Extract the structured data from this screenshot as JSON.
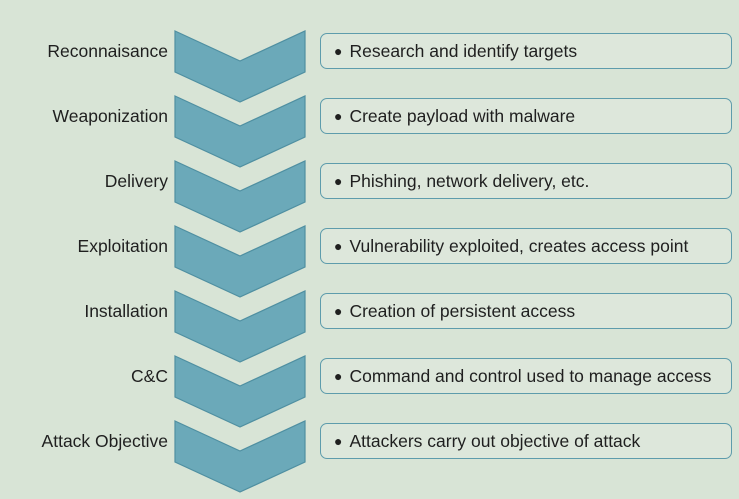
{
  "colors": {
    "background": "#d8e4d6",
    "chevron_fill": "#6ba9b9",
    "chevron_stroke": "#4f8fa1",
    "box_border": "#5e9cac",
    "text": "#1f1f1f"
  },
  "stages": [
    {
      "label": "Reconnaisance",
      "description": "Research and identify targets"
    },
    {
      "label": "Weaponization",
      "description": "Create payload with malware"
    },
    {
      "label": "Delivery",
      "description": "Phishing, network delivery, etc."
    },
    {
      "label": "Exploitation",
      "description": "Vulnerability exploited, creates access point"
    },
    {
      "label": "Installation",
      "description": "Creation of persistent access"
    },
    {
      "label": "C&C",
      "description": "Command and control used to manage access"
    },
    {
      "label": "Attack Objective",
      "description": "Attackers carry out objective of attack"
    }
  ]
}
